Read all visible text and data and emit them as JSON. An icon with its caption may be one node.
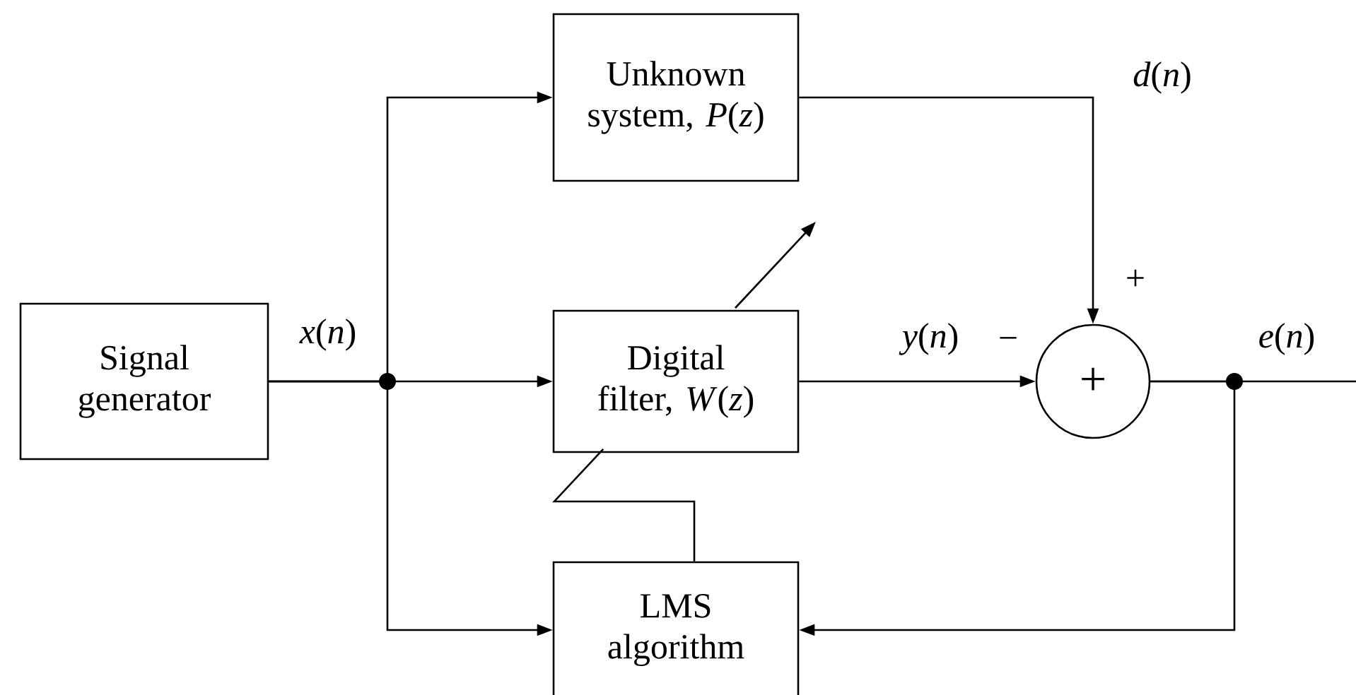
{
  "diagram": {
    "nodes": [
      {
        "text": [
          "Signal generator"
        ]
      },
      {
        "text": [
          "Unknown system, *P*(*z*)"
        ]
      },
      {
        "text": [
          "Digital filter, *W*(*z*)"
        ]
      },
      {
        "text": [
          "LMS algorithm"
        ]
      },
      {
        "text": [
          "+"
        ]
      }
    ],
    "edges": [
      {
        "from": 0,
        "to": 1,
        "arrow": "to"
      },
      {
        "from": 0,
        "to": 2,
        "arrow": "to"
      },
      {
        "from": 0,
        "to": 3,
        "arrow": "to"
      },
      {
        "from": 1,
        "to": 4,
        "arrow": "to"
      },
      {
        "from": 2,
        "to": 4,
        "arrow": "to"
      },
      {
        "from": 4,
        "to": null,
        "arrow": "none"
      },
      {
        "from": 4,
        "to": 3,
        "arrow": "to"
      },
      {
        "from": 3,
        "to": null,
        "arrow": "to"
      }
    ],
    "labels": [
      "*x*(*n*)",
      "*d*(*n*)",
      "*y*(*n*)",
      "−",
      "+",
      "*e*(*n*)"
    ]
  }
}
